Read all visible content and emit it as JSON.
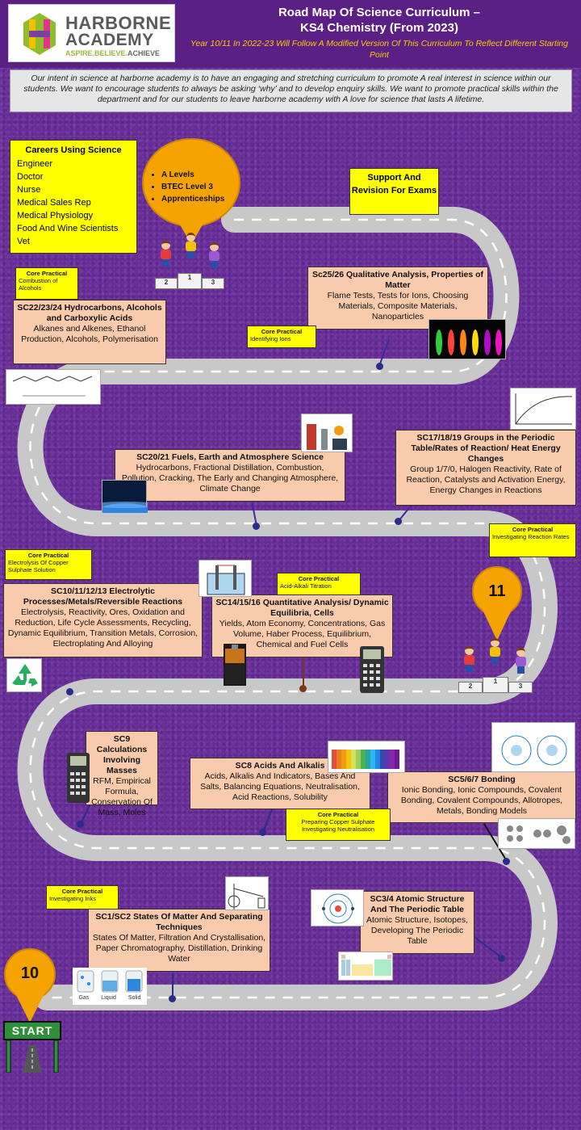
{
  "header": {
    "logo_name_line1": "HARBORNE",
    "logo_name_line2": "ACADEMY",
    "logo_tag_a": "ASPIRE.",
    "logo_tag_b": "BELIEVE.",
    "logo_tag_c": "ACHIEVE",
    "title_line1": "Road Map Of Science Curriculum –",
    "title_line2": "KS4 Chemistry (From 2023)",
    "subtitle": "Year 10/11 In 2022-23 Will Follow A Modified Version Of This Curriculum To Reflect Different Starting Point"
  },
  "intent": "Our intent in science at harborne academy is to have an engaging and stretching curriculum to promote A real interest in science within our students. We want to encourage students to always be asking ‘why’ and to develop enquiry skills.  We want to promote practical skills within the department and for our students to leave harborne academy with A love for science that lasts A lifetime.",
  "careers": {
    "heading": "Careers Using Science",
    "items": [
      "Engineer",
      "Doctor",
      "Nurse",
      "Medical Sales Rep",
      "Medical Physiology",
      "Food And Wine Scientists",
      "Vet"
    ]
  },
  "pathways": [
    "A Levels",
    "BTEC Level 3",
    "Apprenticeships"
  ],
  "support": "Support And Revision For Exams",
  "milestones": {
    "year10": "10",
    "year11": "11",
    "start": "START"
  },
  "podium": {
    "first": "1",
    "second": "2",
    "third": "3"
  },
  "units": {
    "sc25": {
      "title": "Sc25/26 Qualitative Analysis, Properties of Matter",
      "body": "Flame Tests, Tests for Ions, Choosing Materials, Composite Materials, Nanoparticles"
    },
    "sc22": {
      "title": "SC22/23/24 Hydrocarbons, Alcohols and Carboxylic Acids",
      "body": "Alkanes and Alkenes, Ethanol Production, Alcohols, Polymerisation"
    },
    "sc20": {
      "title": "SC20/21 Fuels, Earth and Atmosphere Science",
      "body": "Hydrocarbons, Fractional Distillation, Combustion, Pollution, Cracking, The Early and Changing Atmosphere, Climate Change"
    },
    "sc17": {
      "title": "SC17/18/19 Groups in the Periodic Table/Rates of Reaction/ Heat Energy Changes",
      "body": "Group 1/7/0, Halogen Reactivity, Rate of Reaction, Catalysts and Activation Energy, Energy Changes in Reactions"
    },
    "sc10": {
      "title": "SC10/11/12/13 Electrolytic Processes/Metals/Reversible Reactions",
      "body": "Electrolysis, Reactivity, Ores, Oxidation and Reduction, Life Cycle Assessments, Recycling, Dynamic Equilibrium, Transition Metals, Corrosion, Electroplating And Alloying"
    },
    "sc14": {
      "title": "SC14/15/16 Quantitative Analysis/ Dynamic Equilibria,  Cells",
      "body": "Yields, Atom Economy, Concentrations, Gas Volume, Haber Process, Equilibrium, Chemical and Fuel Cells"
    },
    "sc9": {
      "title": "SC9 Calculations Involving Masses",
      "body": "RFM, Empirical Formula, Conservation Of Mass, Moles"
    },
    "sc8": {
      "title": "SC8 Acids And Alkalis",
      "body": "Acids, Alkalis And Indicators, Bases And Salts, Balancing Equations, Neutralisation, Acid Reactions, Solubility"
    },
    "sc5": {
      "title": "SC5/6/7 Bonding",
      "body": "Ionic Bonding, Ionic Compounds, Covalent Bonding, Covalent Compounds, Allotropes, Metals, Bonding Models"
    },
    "sc3": {
      "title": "SC3/4 Atomic Structure And The Periodic Table",
      "body": "Atomic Structure, Isotopes, Developing The Periodic Table"
    },
    "sc1": {
      "title": "SC1/SC2 States Of Matter And Separating Techniques",
      "body": "States Of Matter, Filtration And Crystallisation, Paper Chromatography, Distillation, Drinking Water"
    }
  },
  "core_practicals": {
    "heading": "Core Practical",
    "combustion": "Combustion of Alcohols",
    "ions": "Identifying Ions",
    "rates": "Investigating Reaction Rates",
    "electrolysis": "Electrolysis  Of Copper Sulphate Solution",
    "titration": "Acid-Alkali  Titration",
    "neutralisation_a": "Preparing Copper Sulphate",
    "neutralisation_b": "Investigating Neutralisation",
    "inks": "Investigating Inks"
  },
  "states_labels": {
    "gas": "Gas",
    "liquid": "Liquid",
    "solid": "Solid"
  },
  "colors": {
    "background": "#6a2e9c",
    "road": "#c8c8c8",
    "unit_box": "#f8cbad",
    "core_practical": "#ffff00",
    "pin": "#f5a300",
    "start": "#2f8f3a"
  }
}
